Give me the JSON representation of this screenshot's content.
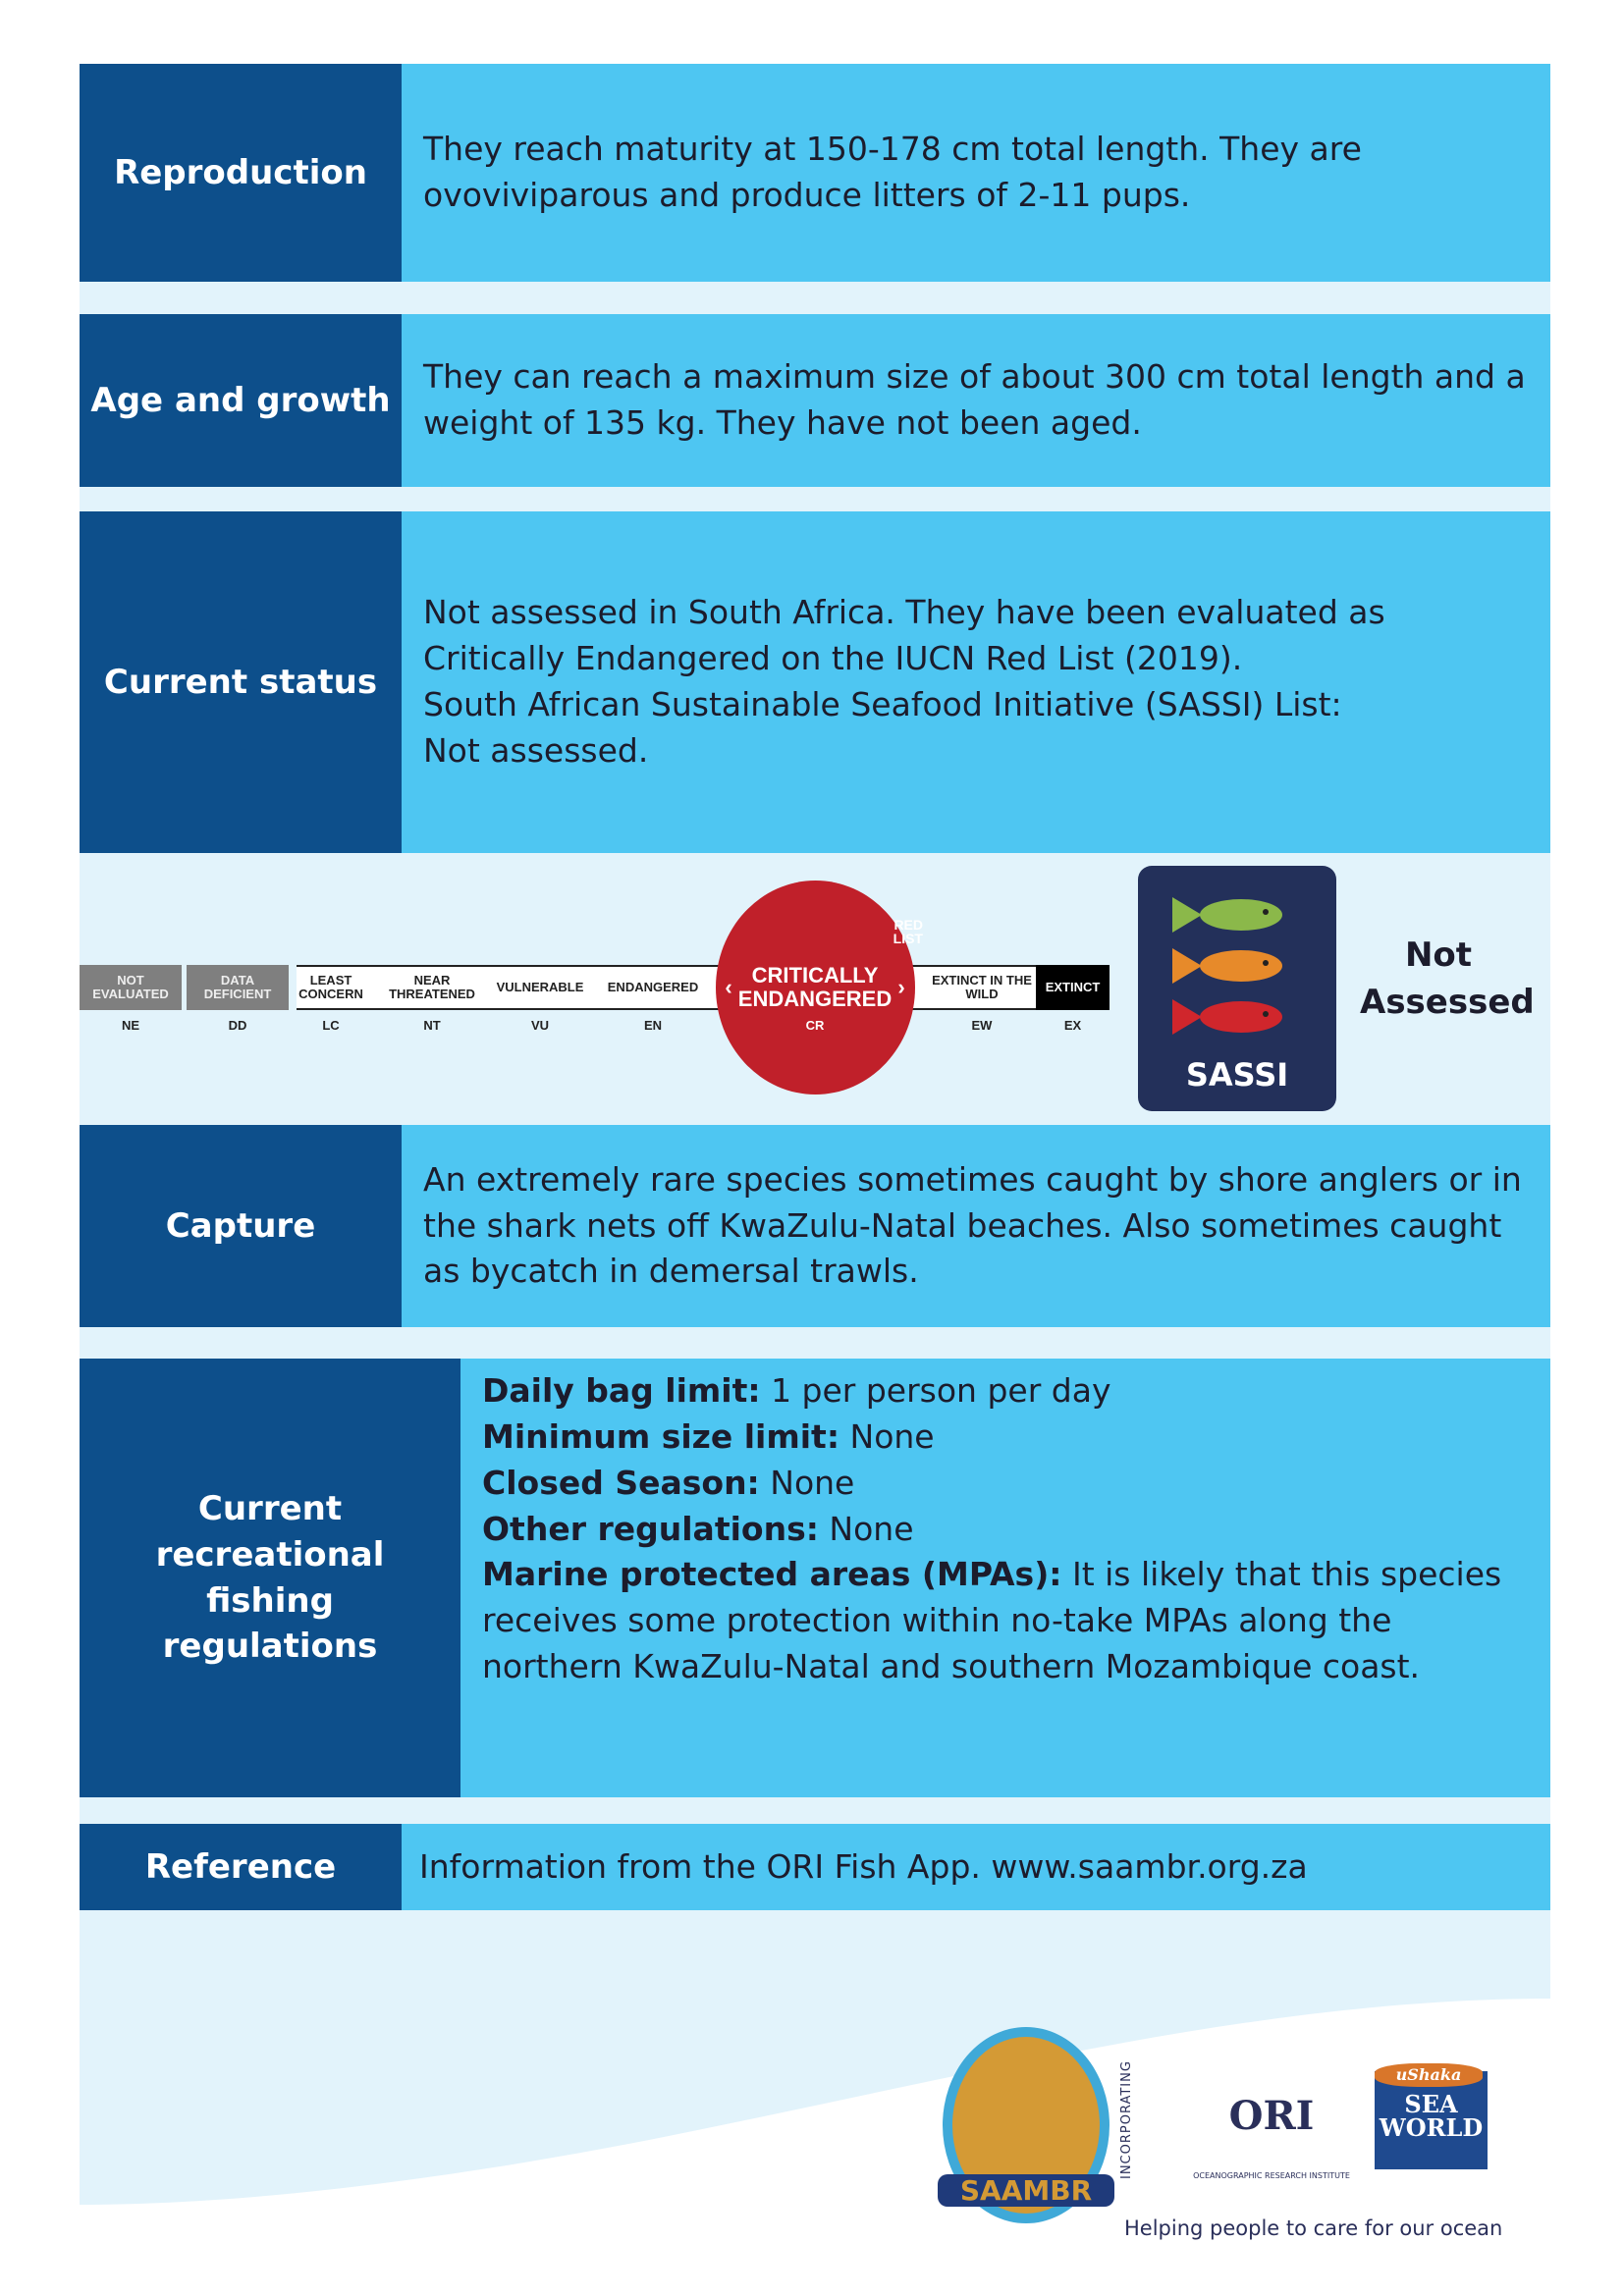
{
  "sections": {
    "reproduction": {
      "label": "Reproduction",
      "text": "They reach maturity at 150-178 cm total length. They are ovoviviparous and produce litters of 2-11 pups."
    },
    "age": {
      "label": "Age and growth",
      "text": "They can reach a maximum size of about 300 cm total length and a weight of 135 kg. They have not been aged."
    },
    "status": {
      "label": "Current status",
      "lines": [
        "Not assessed in South Africa. They have been evaluated as",
        "Critically Endangered on the IUCN Red List (2019).",
        "South African Sustainable Seafood Initiative (SASSI) List:",
        "Not assessed."
      ]
    },
    "capture": {
      "label": "Capture",
      "text": "An extremely rare species sometimes caught by shore anglers or in the shark nets off KwaZulu-Natal beaches. Also sometimes caught as bycatch in demersal trawls."
    },
    "regulations": {
      "label": "Current recreational fishing regulations",
      "items": [
        {
          "k": "Daily bag limit:",
          "v": " 1 per person per day"
        },
        {
          "k": "Minimum size limit:",
          "v": " None"
        },
        {
          "k": "Closed Season:",
          "v": " None"
        },
        {
          "k": "Other regulations:",
          "v": " None"
        },
        {
          "k": "Marine protected areas (MPAs):",
          "v": " It is likely that this species receives some protection within no-take MPAs along the northern KwaZulu-Natal and southern Mozambique coast."
        }
      ]
    },
    "reference": {
      "label": "Reference",
      "text": "Information from the ORI Fish App.  www.saambr.org.za"
    }
  },
  "redlist": {
    "categories": [
      {
        "name": "NOT EVALUATED",
        "abbr": "NE"
      },
      {
        "name": "DATA DEFICIENT",
        "abbr": "DD"
      },
      {
        "name": "LEAST CONCERN",
        "abbr": "LC"
      },
      {
        "name": "NEAR THREATENED",
        "abbr": "NT"
      },
      {
        "name": "VULNERABLE",
        "abbr": "VU"
      },
      {
        "name": "ENDANGERED",
        "abbr": "EN"
      },
      {
        "name": "CRITICALLY ENDANGERED",
        "abbr": "CR"
      },
      {
        "name": "EXTINCT IN THE WILD",
        "abbr": "EW"
      },
      {
        "name": "EXTINCT",
        "abbr": "EX"
      }
    ],
    "selected": "CR",
    "logo": "RED LIST",
    "color": "#c0202a"
  },
  "sassi": {
    "logo": "SASSI",
    "status": "Not Assessed"
  },
  "footer": {
    "incorporating": "INCORPORATING",
    "saambr": "SAAMBR",
    "ori": "ORI",
    "ori_ring": "OCEANOGRAPHIC RESEARCH INSTITUTE",
    "seaworld": [
      "uShaka",
      "SEA",
      "WORLD"
    ],
    "tagline": "Helping people to care for our ocean"
  }
}
